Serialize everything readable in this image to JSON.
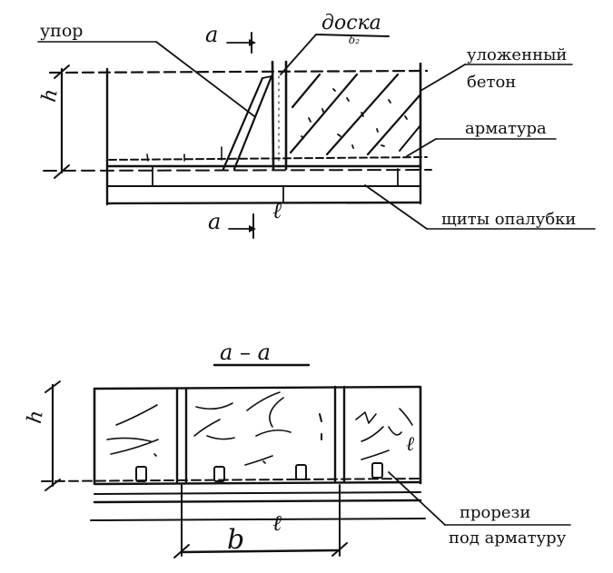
{
  "labels": {
    "stop": "упор",
    "board": "доска",
    "board_sub": "δ₂",
    "laid_concrete_1": "уложенный",
    "laid_concrete_2": "бетон",
    "rebar": "арматура",
    "formwork": "щиты опалубки",
    "slots_1": "прорези",
    "slots_2": "под арматуру"
  },
  "marks": {
    "section_top": "a",
    "section_bottom": "a",
    "height_top": "h",
    "height_bottom": "h",
    "span_top": "ℓ",
    "span_right": "ℓ",
    "span_bottom": "ℓ",
    "section_title": "a – a",
    "width": "b"
  }
}
